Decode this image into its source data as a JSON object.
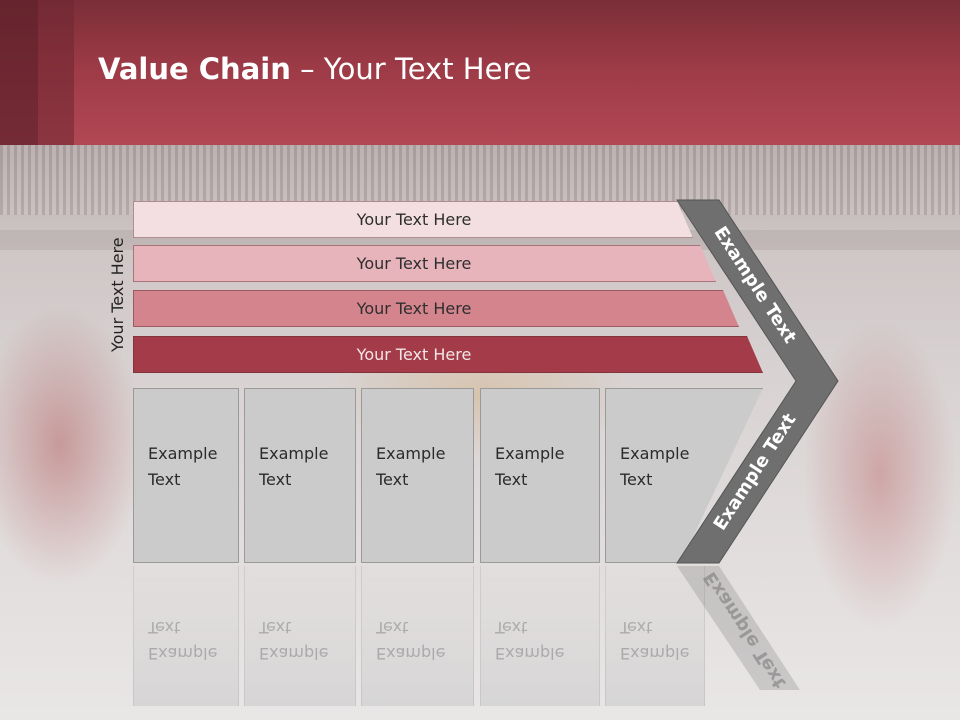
{
  "title": {
    "bold": "Value Chain",
    "rest": " – Your Text Here"
  },
  "side_label": "Your Text Here",
  "bars": [
    "Your Text Here",
    "Your Text Here",
    "Your Text Here",
    "Your Text Here"
  ],
  "boxes": [
    "Example Text",
    "Example Text",
    "Example Text",
    "Example Text",
    "Example Text"
  ],
  "arrow": {
    "upper": "Example Text",
    "lower": "Example Text"
  },
  "colors": {
    "header": "#9c3a46",
    "bar1": "#f3dfe1",
    "bar2": "#e6b4ba",
    "bar3": "#d3848d",
    "bar4": "#a33c48",
    "arrow": "#6f6f6f",
    "box": "#cbcbcb"
  }
}
